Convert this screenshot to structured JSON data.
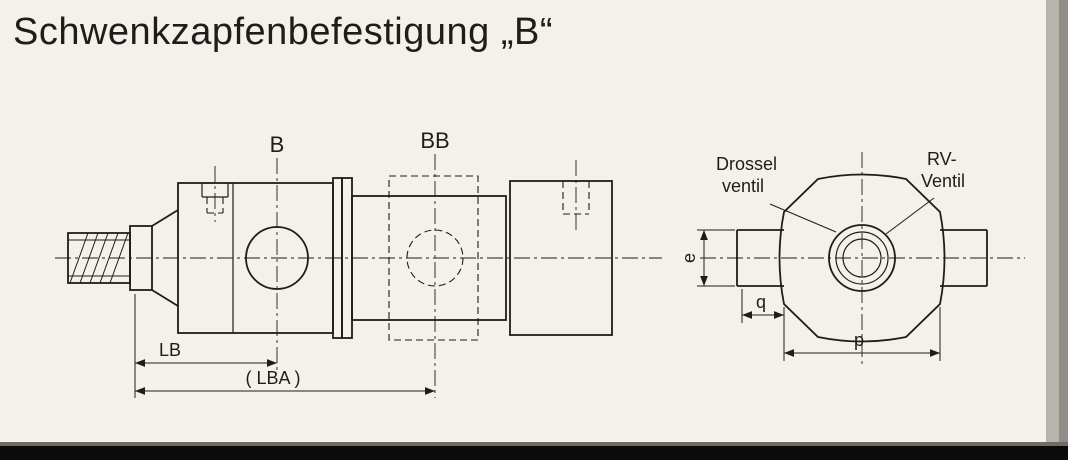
{
  "title": "Schwenkzapfenbefestigung „B“",
  "colors": {
    "background": "#f3f1ea",
    "line": "#1d1d1b",
    "scan_edge": "#b7b4ad",
    "scan_edge_dark": "#908d86",
    "scan_bottom_fade": "#6e6c67",
    "scan_bottom": "#0b0b0b"
  },
  "side_view": {
    "trunnion_label": "B",
    "mid_trunnion_label": "BB",
    "dim_lb": "LB",
    "dim_lba": "( LBA )"
  },
  "end_view": {
    "throttle_valve_label_line1": "Drossel",
    "throttle_valve_label_line2": "ventil",
    "check_valve_label_line1": "RV-",
    "check_valve_label_line2": "Ventil",
    "dim_e": "e",
    "dim_q": "q",
    "dim_p": "p"
  }
}
